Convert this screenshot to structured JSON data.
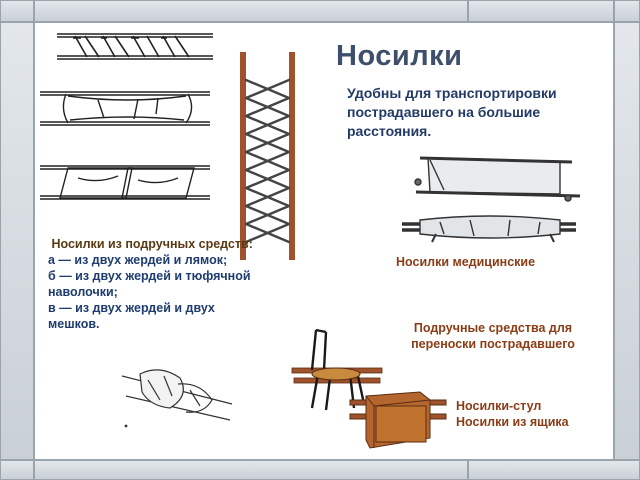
{
  "slide": {
    "title": "Носилки",
    "subtitle": "Удобны для транспортировки пострадавшего на большие расстояния."
  },
  "improvised_list": {
    "heading": " Носилки из подручных средств:",
    "items": [
      "а — из двух жердей и лямок;",
      "б — из двух жердей и тюфячной наволочки;",
      "в — из двух жердей и двух мешков."
    ]
  },
  "captions": {
    "medical": "Носилки медицинские",
    "improvised_means": "Подручные средства для переноски пострадавшего",
    "chair": "Носилки-стул",
    "box": "Носилки из ящика"
  },
  "colors": {
    "title": "#3d4f6b",
    "subtitle": "#233a66",
    "caption_brown": "#8a3d16",
    "pole_brown": "#a0522d"
  }
}
